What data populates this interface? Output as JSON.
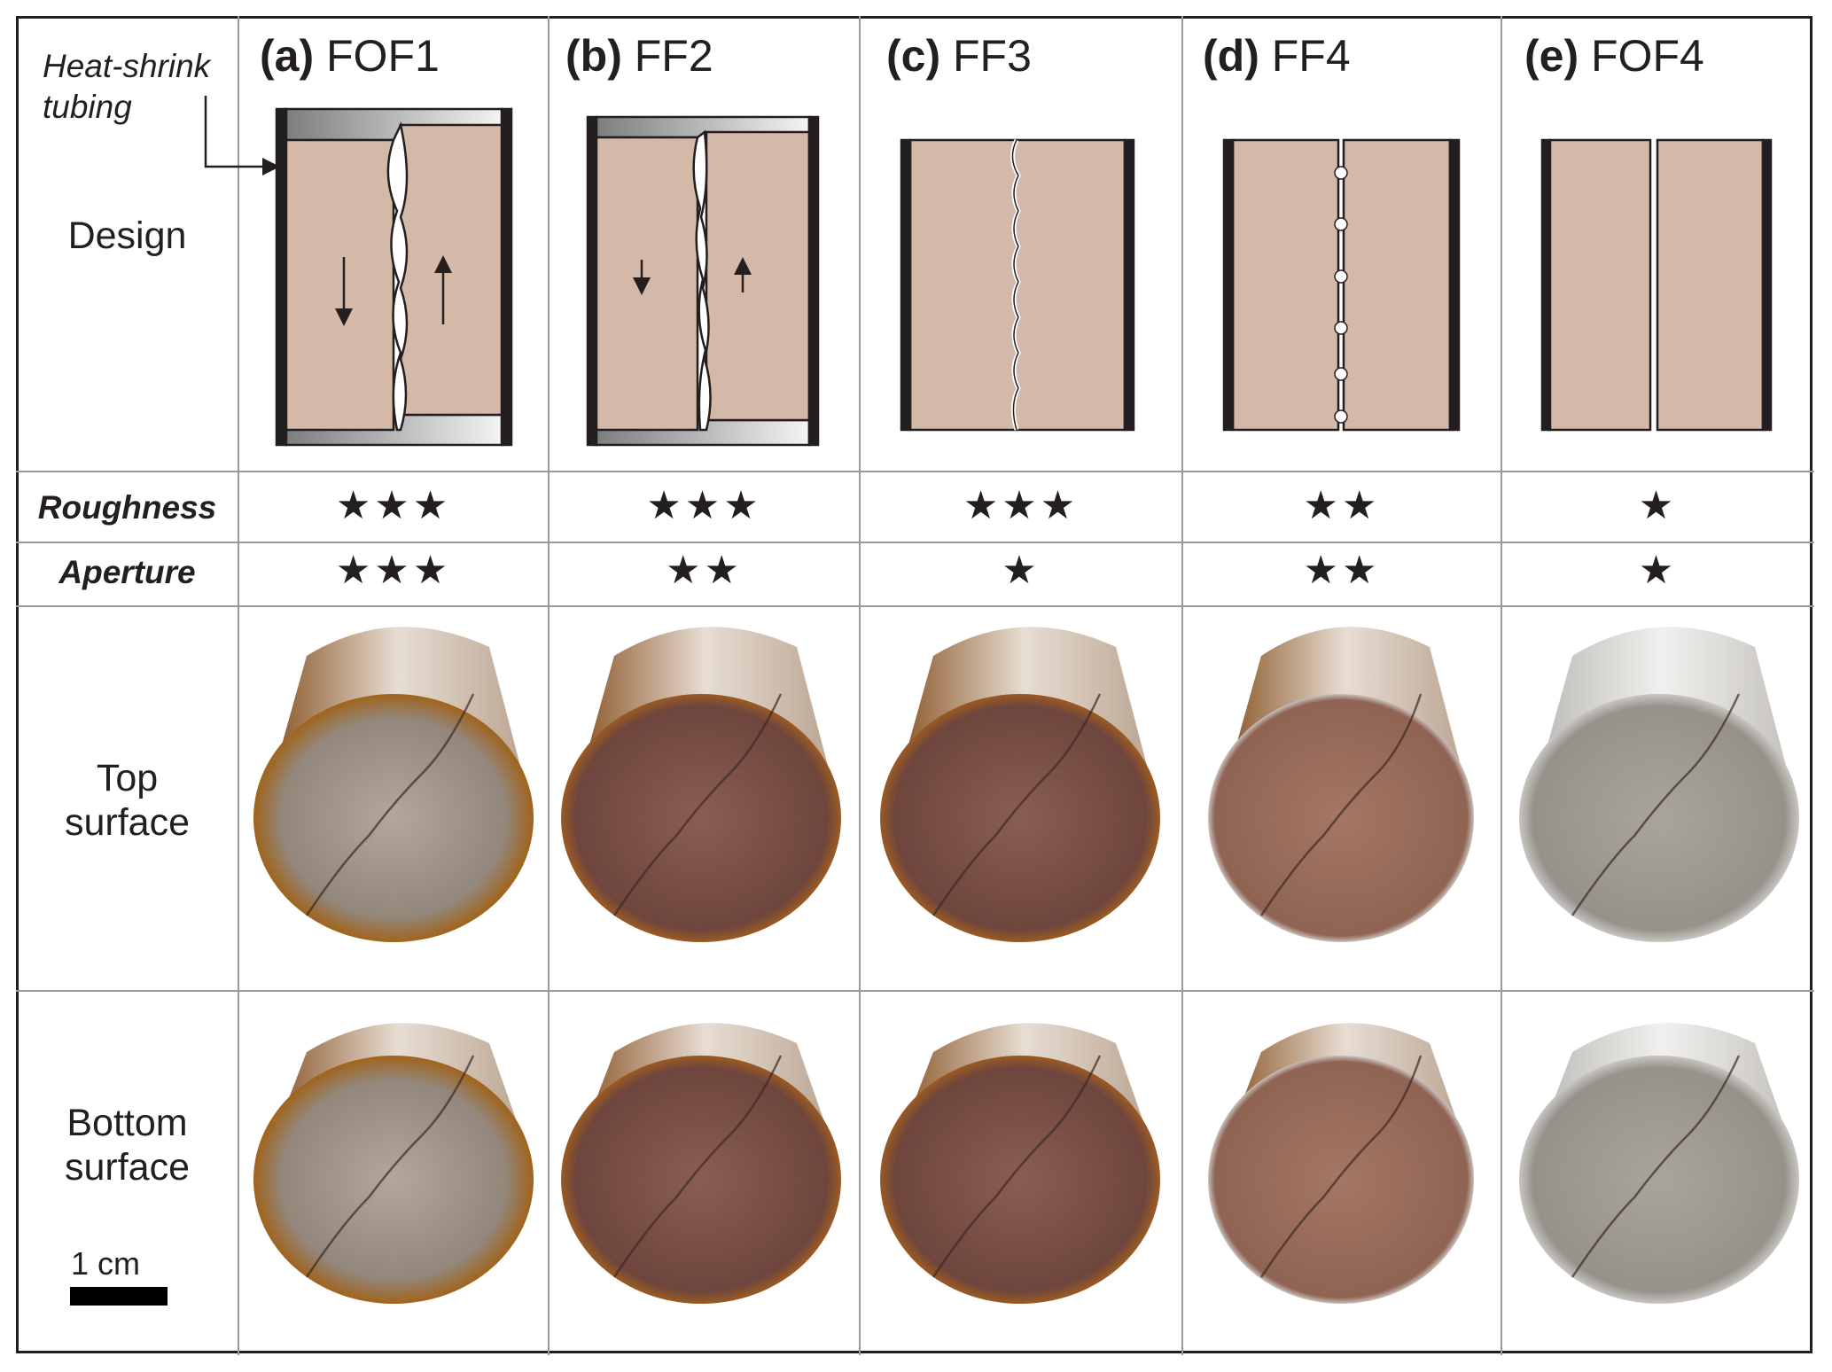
{
  "annotation": {
    "line1": "Heat-shrink",
    "line2": "tubing"
  },
  "columns": [
    {
      "letter": "(a)",
      "name": "FOF1",
      "roughness": 3,
      "aperture": 3
    },
    {
      "letter": "(b)",
      "name": "FF2",
      "roughness": 3,
      "aperture": 2
    },
    {
      "letter": "(c)",
      "name": "FF3",
      "roughness": 3,
      "aperture": 1
    },
    {
      "letter": "(d)",
      "name": "FF4",
      "roughness": 2,
      "aperture": 2
    },
    {
      "letter": "(e)",
      "name": "FOF4",
      "roughness": 1,
      "aperture": 1
    }
  ],
  "rows": {
    "design": "Design",
    "roughness": "Roughness",
    "aperture": "Aperture",
    "top_line1": "Top",
    "top_line2": "surface",
    "bottom_line1": "Bottom",
    "bottom_line2": "surface"
  },
  "scale_bar": {
    "label": "1 cm"
  },
  "colors": {
    "rock": "#d4b9a9",
    "tube": "#231f20",
    "grid": "#9a9a9a"
  }
}
